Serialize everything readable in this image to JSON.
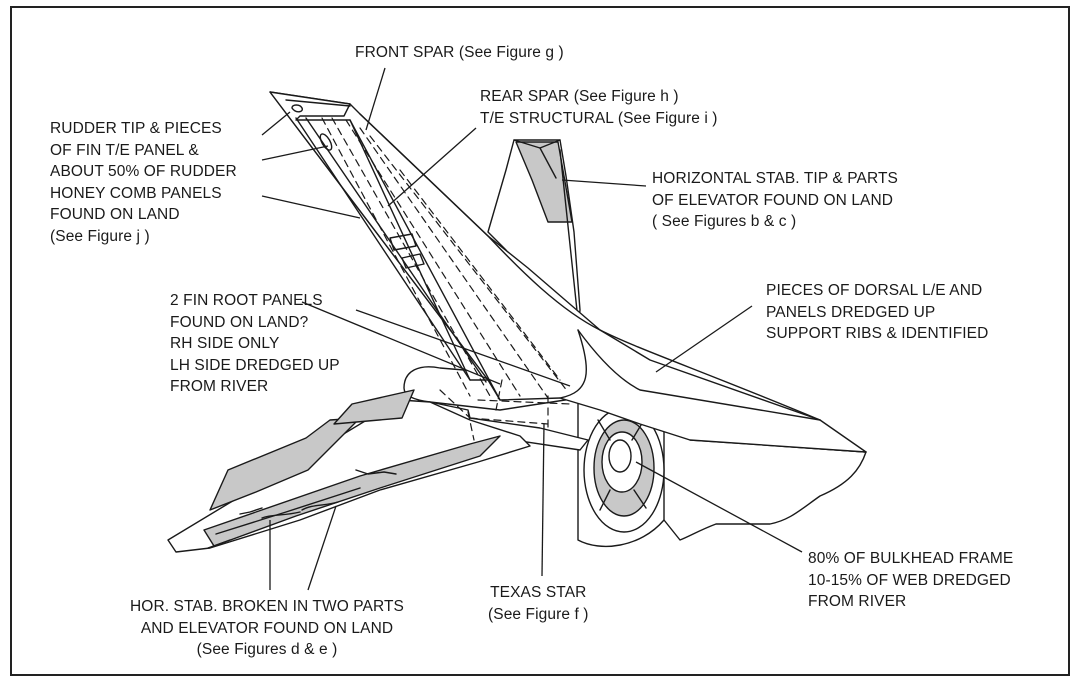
{
  "callouts": {
    "front_spar": [
      "FRONT SPAR (See Figure g )"
    ],
    "rear_spar": [
      "REAR SPAR (See Figure h )",
      "T/E STRUCTURAL (See Figure i )"
    ],
    "rudder_tip": [
      "RUDDER TIP & PIECES",
      "OF FIN T/E PANEL &",
      "ABOUT 50% OF RUDDER",
      "HONEY COMB PANELS",
      "FOUND ON LAND",
      "(See Figure j )"
    ],
    "horizontal_stab_tip": [
      "HORIZONTAL STAB. TIP & PARTS",
      "OF ELEVATOR FOUND ON LAND",
      "( See Figures b & c )"
    ],
    "fin_root_panels": [
      "2 FIN ROOT PANELS",
      "FOUND ON LAND?",
      "RH SIDE ONLY",
      "LH SIDE DREDGED UP",
      "FROM RIVER"
    ],
    "dorsal": [
      "PIECES OF DORSAL L/E  AND",
      "PANELS DREDGED UP",
      "SUPPORT RIBS & IDENTIFIED"
    ],
    "bulkhead": [
      "80% OF BULKHEAD FRAME",
      "10-15% OF WEB DREDGED",
      "FROM RIVER"
    ],
    "texas_star": [
      "TEXAS STAR",
      "(See Figure f )"
    ],
    "hor_stab_broken": [
      "HOR. STAB. BROKEN IN TWO PARTS",
      "AND ELEVATOR FOUND ON LAND",
      "(See Figures d & e )"
    ]
  },
  "colors": {
    "line": "#1a1a1a",
    "shade": "#c8c8c8",
    "paper": "#ffffff"
  }
}
